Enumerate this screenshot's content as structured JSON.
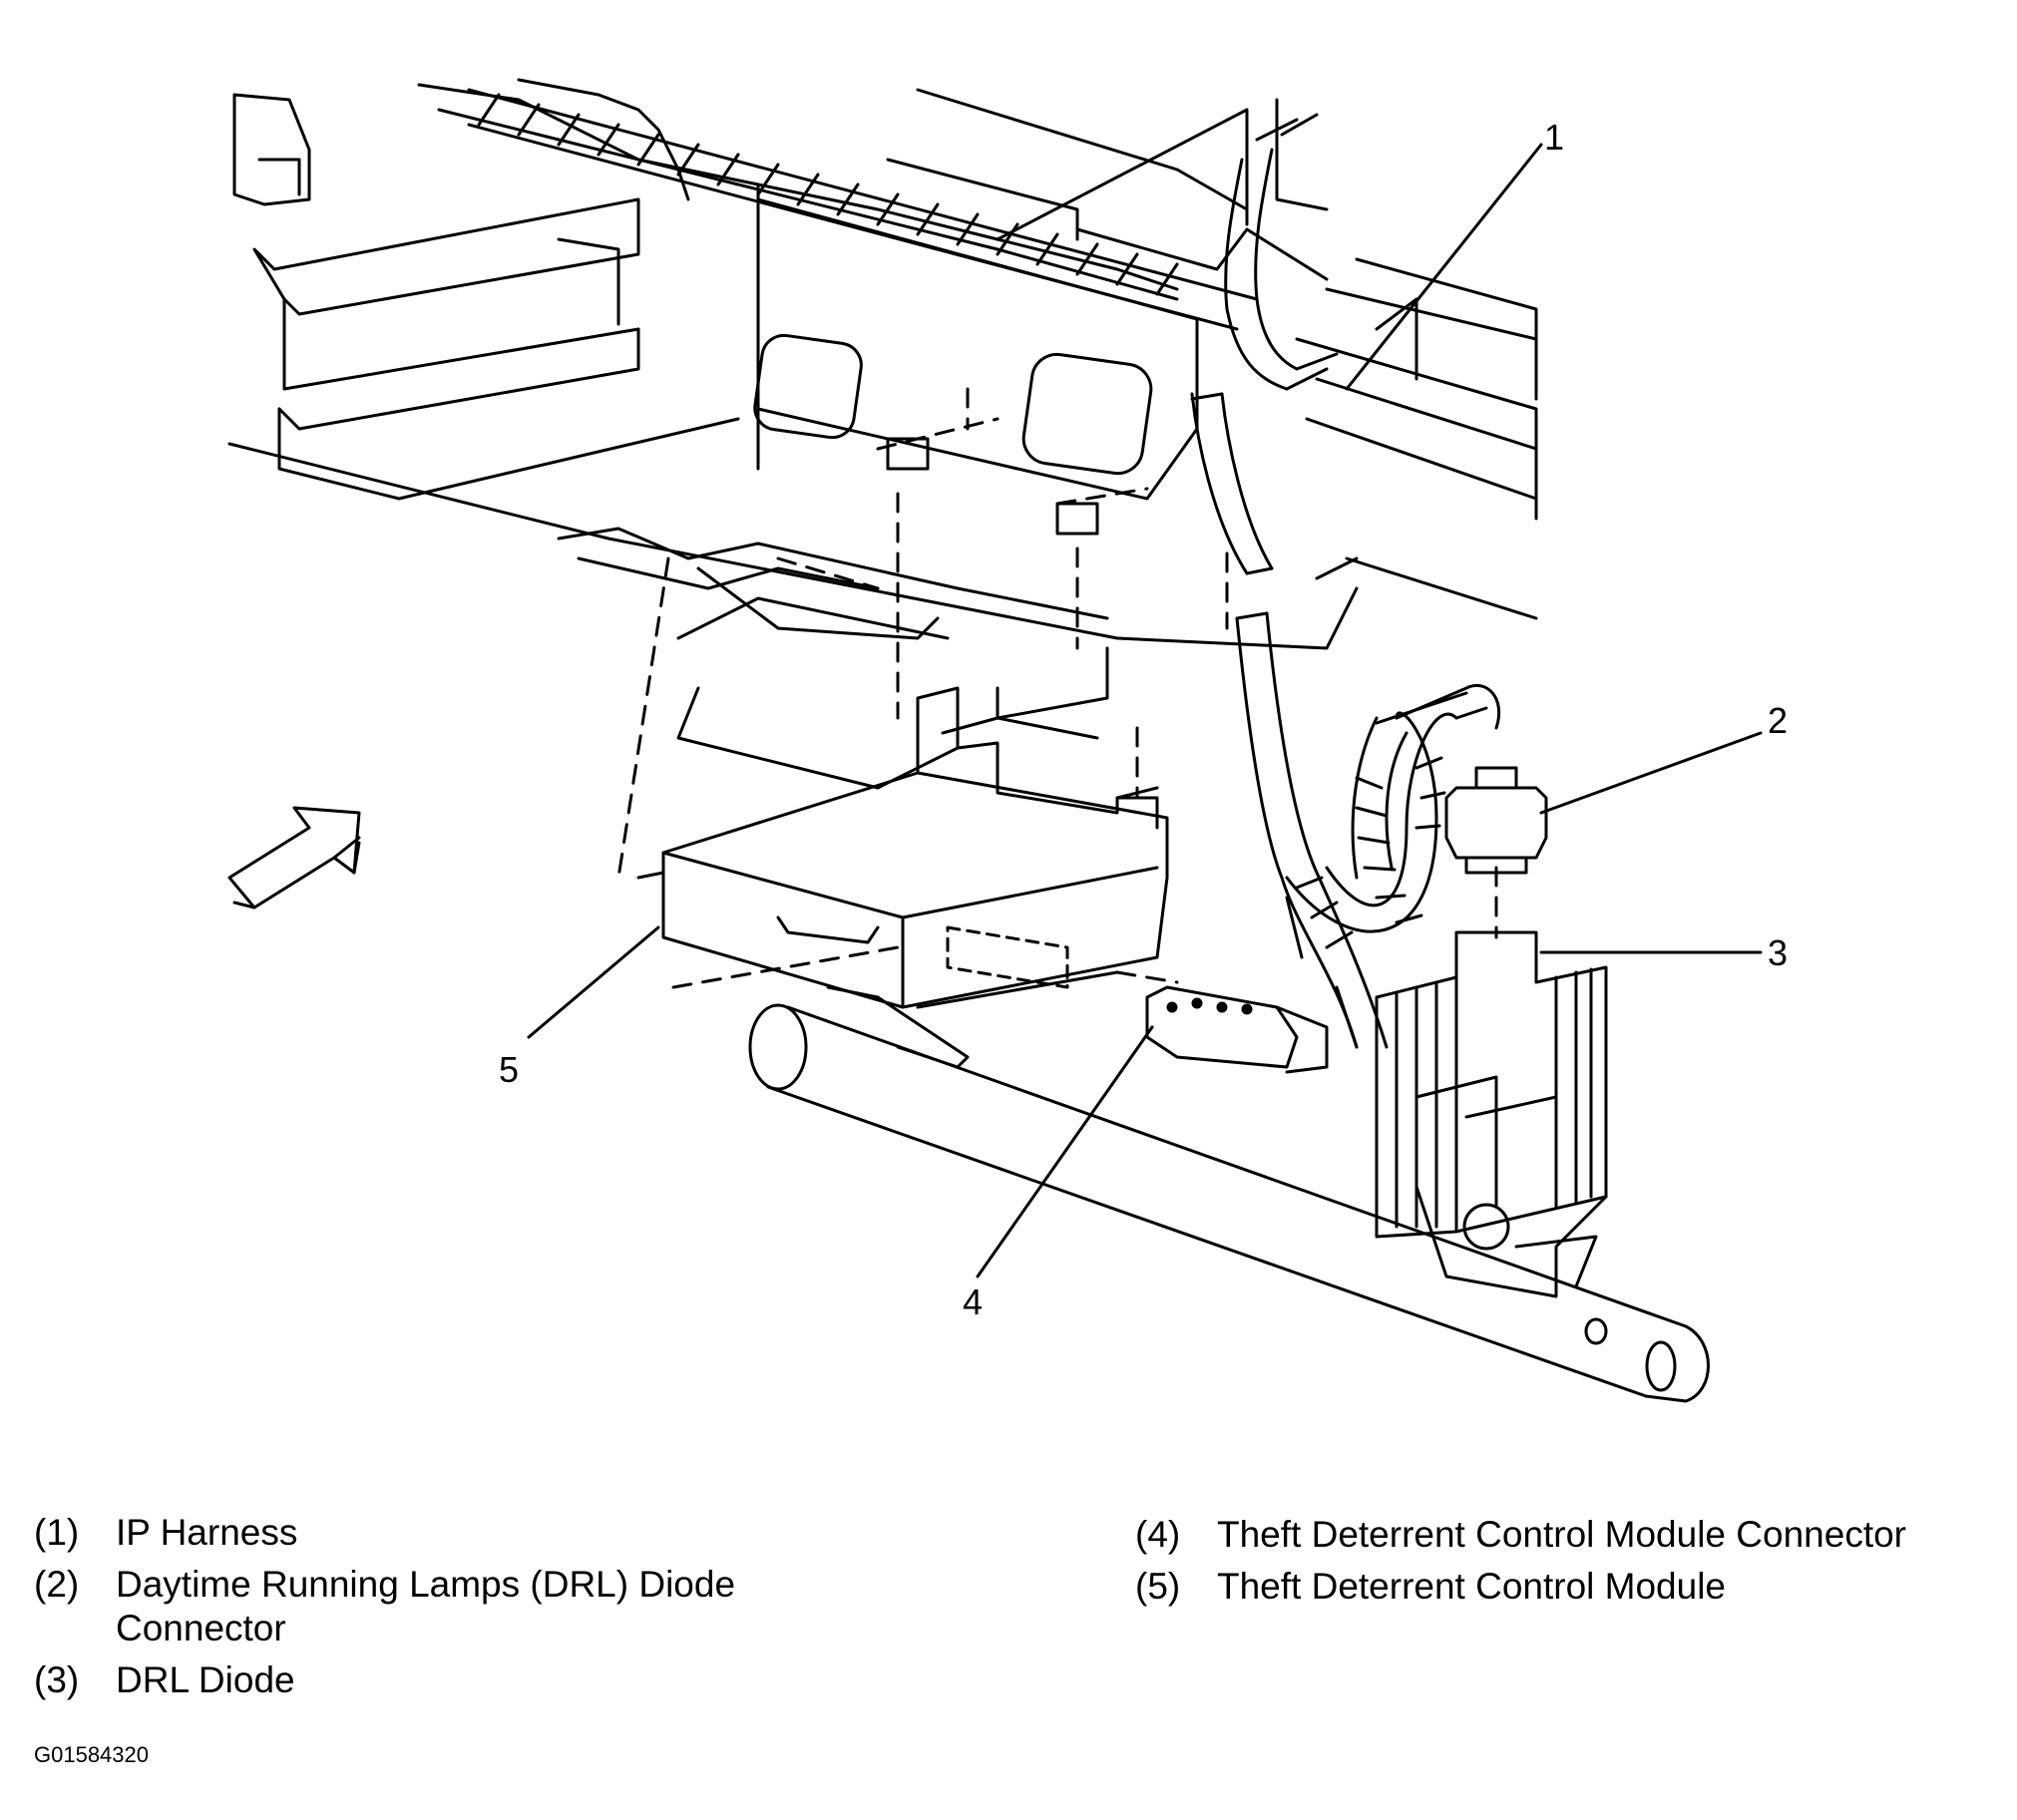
{
  "callouts": [
    "1",
    "2",
    "3",
    "4",
    "5"
  ],
  "legend": {
    "left": [
      {
        "num": "(1)",
        "text": "IP Harness"
      },
      {
        "num": "(2)",
        "text": "Daytime Running Lamps (DRL) Diode",
        "text2": "Connector"
      },
      {
        "num": "(3)",
        "text": "DRL Diode"
      }
    ],
    "right": [
      {
        "num": "(4)",
        "text": "Theft Deterrent Control Module Connector"
      },
      {
        "num": "(5)",
        "text": "Theft Deterrent Control Module"
      }
    ]
  },
  "figure_id": "G01584320",
  "colors": {
    "ink": "#000000",
    "paper": "#ffffff"
  }
}
